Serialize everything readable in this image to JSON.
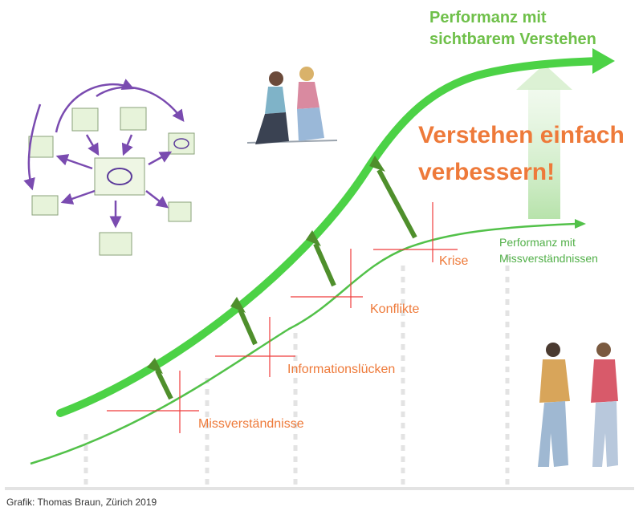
{
  "title_top": {
    "line1": "Performanz mit",
    "line2": "sichtbarem Verstehen"
  },
  "headline": {
    "line1": "Verstehen einfach",
    "line2": "verbessern!"
  },
  "lower_curve_label": {
    "line1": "Performanz mit",
    "line2": "Missverständnissen"
  },
  "stages": [
    {
      "label": "Missverständnisse"
    },
    {
      "label": "Informationslücken"
    },
    {
      "label": "Konflikte"
    },
    {
      "label": "Krise"
    }
  ],
  "credit": "Grafik: Thomas Braun, Zürich 2019",
  "colors": {
    "upper_curve": "#4cd246",
    "lower_curve": "#52c149",
    "arrow": "#4f8f2c",
    "stage_cross": "#ef3b3b",
    "stage_label": "#ee7a3a",
    "headline": "#ee7a3a",
    "title": "#6fc04a",
    "sketch": "#7a4bb0"
  },
  "illustrations": [
    "process-map-sketch",
    "seated-couple-sketch",
    "standing-pair-sketch"
  ]
}
